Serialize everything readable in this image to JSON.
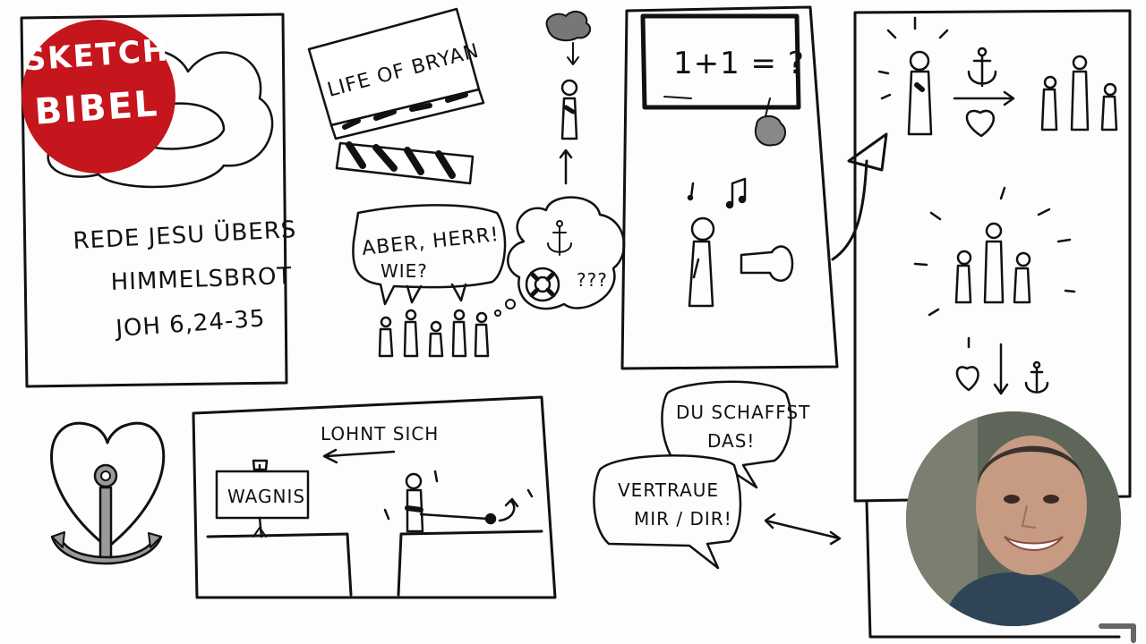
{
  "logo": {
    "line1": "SKETCH",
    "line2": "BIBEL",
    "color": "#c4161c"
  },
  "title_panel": {
    "line1": "REDE JESU ÜBERS",
    "line2": "HIMMELSBROT",
    "reference": "JOH 6,24-35"
  },
  "clapperboard": {
    "title": "LIFE OF BRYAN"
  },
  "crowd_bubble": {
    "line1": "ABER, HERR!",
    "line2": "WIE?"
  },
  "thought_bubble": {
    "text": "???"
  },
  "blackboard": {
    "equation": "1+1 = ?"
  },
  "risk_panel": {
    "sign": "WAGNIS",
    "caption": "LOHNT SICH"
  },
  "speech": {
    "top_line1": "DU SCHAFFST",
    "top_line2": "DAS!",
    "bottom_line1": "VERTRAUE",
    "bottom_line2": "MIR / DIR!"
  },
  "colors": {
    "ink": "#111111",
    "anchor_gray": "#9a9a9a",
    "paper": "#fdfdfd"
  },
  "icons": [
    "anchor-heart-icon",
    "clapperboard-icon",
    "cloud-icon",
    "heart-icon",
    "anchor-icon",
    "lifebuoy-icon",
    "music-note-icon"
  ]
}
